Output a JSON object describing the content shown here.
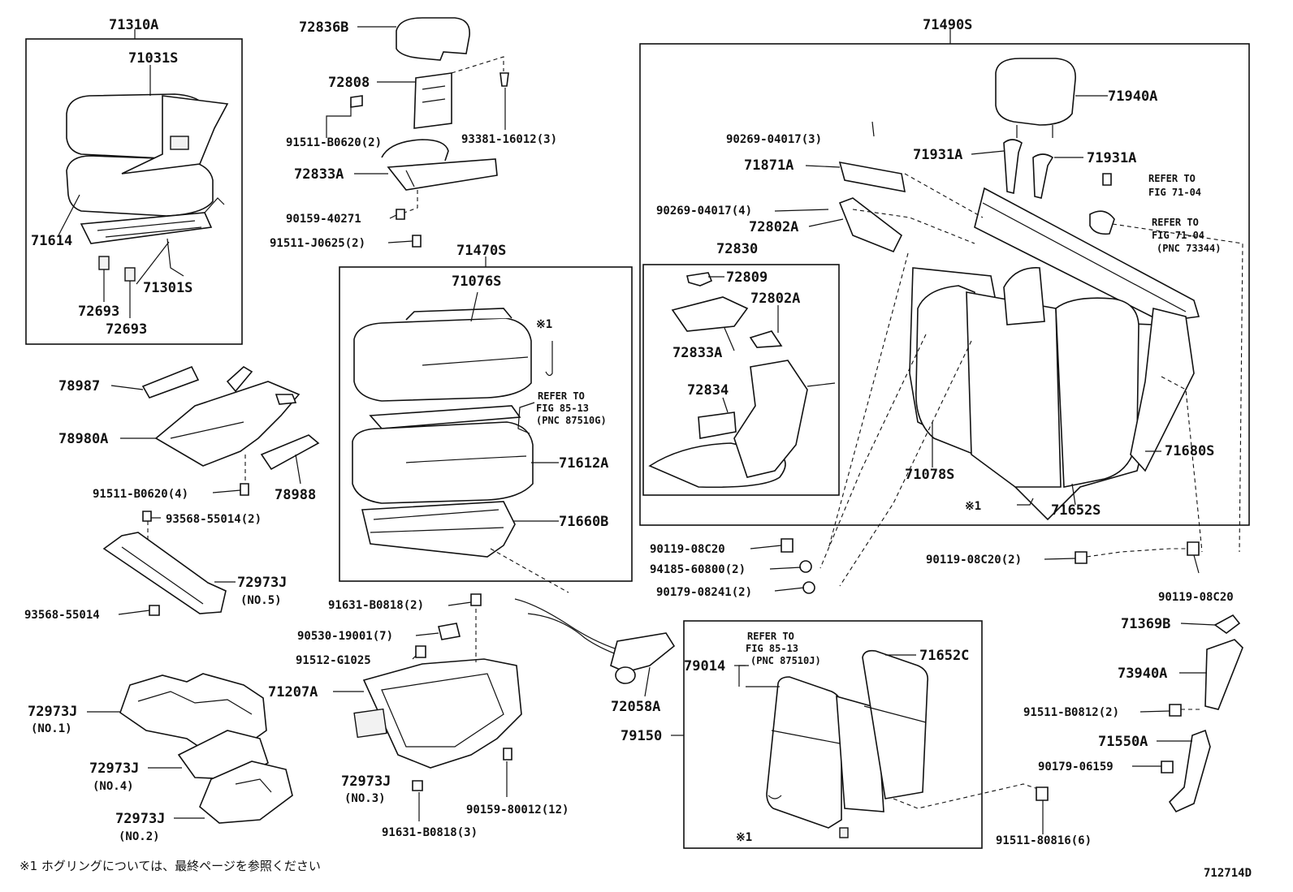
{
  "labels": {
    "p71310A": "71310A",
    "p71031S": "71031S",
    "p71614": "71614",
    "p71301S": "71301S",
    "p72693a": "72693",
    "p72693b": "72693",
    "p72836B": "72836B",
    "p72808": "72808",
    "p91511_B0620_2": "91511-B0620(2)",
    "p93381": "93381-16012(3)",
    "p72833A_top": "72833A",
    "p90159_40271": "90159-40271",
    "p91511_J0625": "91511-J0625(2)",
    "p71470S": "71470S",
    "p71076S": "71076S",
    "p_star1_a": "※1",
    "refer_85_13_a_1": "REFER TO",
    "refer_85_13_a_2": "FIG 85-13",
    "refer_85_13_a_3": "(PNC 87510G)",
    "p71612A": "71612A",
    "p71660B": "71660B",
    "p78987": "78987",
    "p78980A": "78980A",
    "p78988": "78988",
    "p91511_B0620_4": "91511-B0620(4)",
    "p93568_55014_2": "93568-55014(2)",
    "p72973J_no5": "72973J",
    "p72973J_no5_sub": "(NO.5)",
    "p93568_55014": "93568-55014",
    "p72973J_no1": "72973J",
    "p72973J_no1_sub": "(NO.1)",
    "p72973J_no4": "72973J",
    "p72973J_no4_sub": "(NO.4)",
    "p72973J_no2": "72973J",
    "p72973J_no2_sub": "(NO.2)",
    "p91631_B0818_2": "91631-B0818(2)",
    "p90530": "90530-19001(7)",
    "p91512": "91512-G1025",
    "p71207A": "71207A",
    "p72973J_no3": "72973J",
    "p72973J_no3_sub": "(NO.3)",
    "p91631_B0818_3": "91631-B0818(3)",
    "p90159_80012": "90159-80012(12)",
    "p72058A": "72058A",
    "p79150": "79150",
    "p79014": "79014",
    "refer_85_13_b_1": "REFER TO",
    "refer_85_13_b_2": "FIG 85-13",
    "refer_85_13_b_3": "(PNC 87510J)",
    "p71652C": "71652C",
    "p_star1_c": "※1",
    "p71490S": "71490S",
    "p71940A": "71940A",
    "p90269_3": "90269-04017(3)",
    "p71871A": "71871A",
    "p71931A_a": "71931A",
    "p71931A_b": "71931A",
    "refer_71_04_a_1": "REFER TO",
    "refer_71_04_a_2": "FIG 71-04",
    "refer_71_04_b_1": "REFER TO",
    "refer_71_04_b_2": "FIG 71-04",
    "refer_71_04_b_3": "(PNC 73344)",
    "p90269_4": "90269-04017(4)",
    "p72802A_a": "72802A",
    "p72830": "72830",
    "p72809": "72809",
    "p72802A_b": "72802A",
    "p72833A_b": "72833A",
    "p72834": "72834",
    "p71078S": "71078S",
    "p71680S": "71680S",
    "p_star1_b": "※1",
    "p71652S": "71652S",
    "p90119_a": "90119-08C20",
    "p94185": "94185-60800(2)",
    "p90179_08241": "90179-08241(2)",
    "p90119_b": "90119-08C20(2)",
    "p90119_c": "90119-08C20",
    "p71369B": "71369B",
    "p73940A": "73940A",
    "p91511_B0812": "91511-B0812(2)",
    "p71550A": "71550A",
    "p90179_06159": "90179-06159",
    "p91511_80816": "91511-80816(6)"
  },
  "footnote": "※1  ホグリングについては、最終ページを参照ください",
  "figure_id": "712714D"
}
